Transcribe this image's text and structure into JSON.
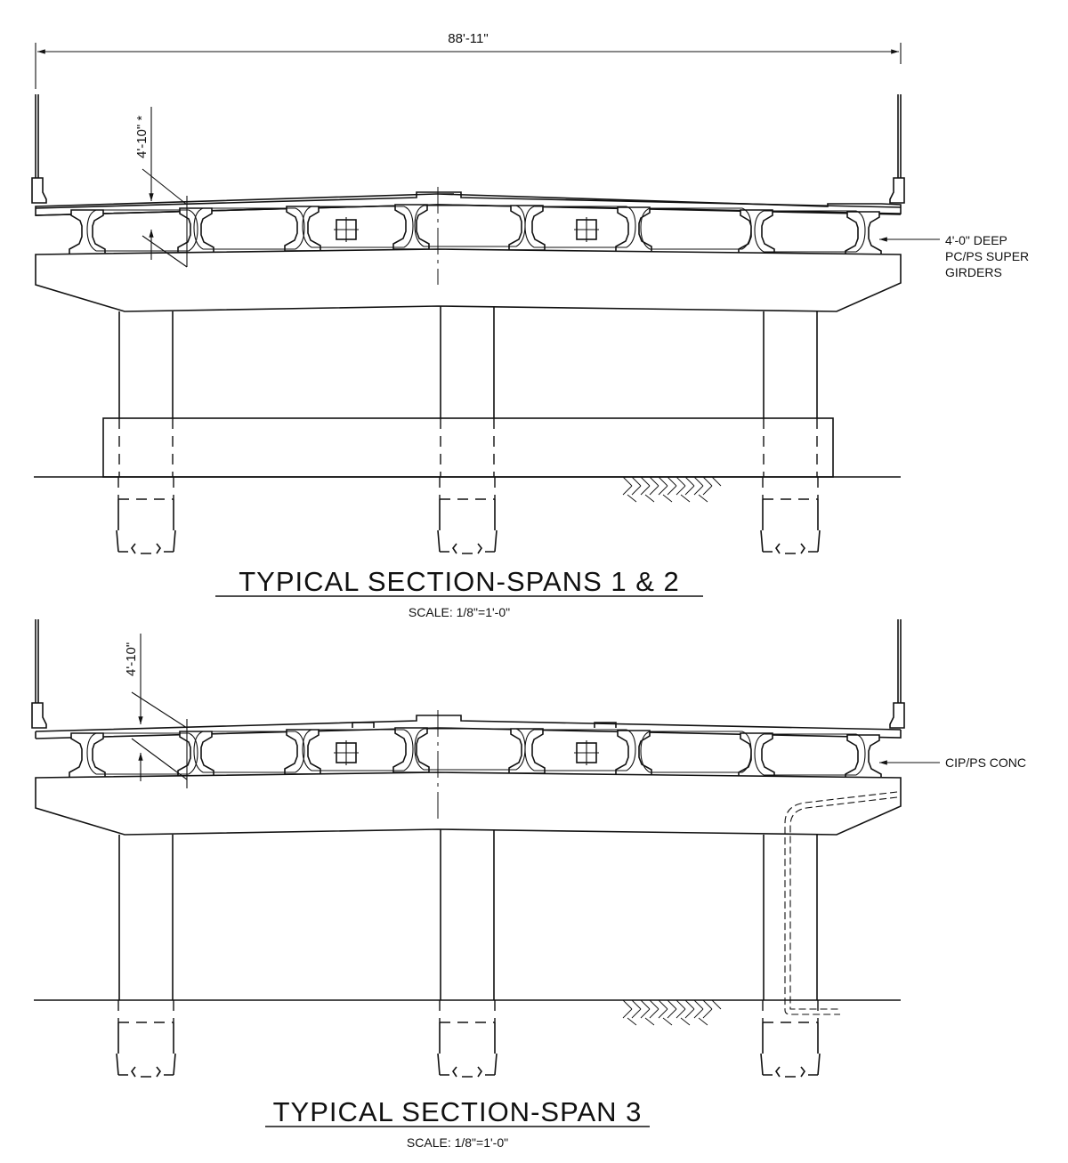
{
  "overall_dimension": "88'-11\"",
  "sections": [
    {
      "title": "TYPICAL SECTION-SPANS 1 & 2",
      "scale": "SCALE: 1/8\"=1'-0\"",
      "depth_dimension": "4'-10\" *",
      "callout_lines": [
        "4'-0\" DEEP",
        "PC/PS SUPER",
        "GIRDERS"
      ]
    },
    {
      "title": "TYPICAL SECTION-SPAN 3",
      "scale": "SCALE: 1/8\"=1'-0\"",
      "depth_dimension": "4'-10\"",
      "callout_lines": [
        "CIP/PS CONC"
      ]
    }
  ]
}
